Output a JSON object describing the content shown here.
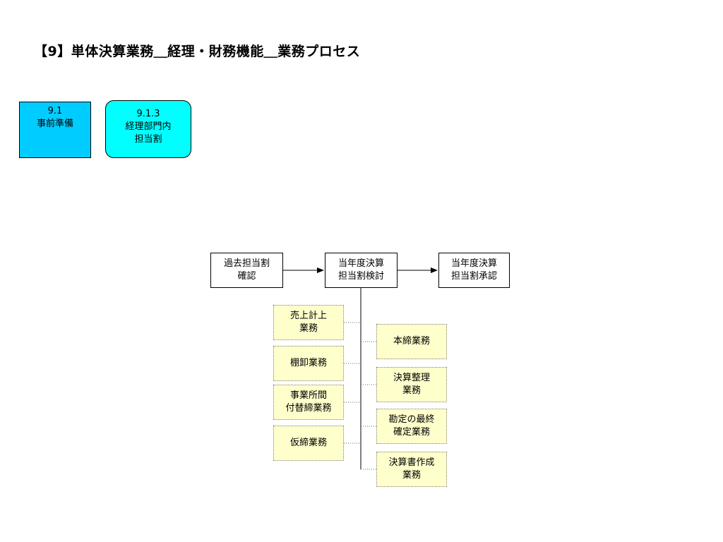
{
  "title": "【9】単体決算業務＿経理・財務機能＿業務プロセス",
  "section": {
    "number": "9.1",
    "label": "事前準備"
  },
  "subsection": {
    "number": "9.1.3",
    "line1": "経理部門内",
    "line2": "担当割"
  },
  "flow": [
    {
      "line1": "過去担当割",
      "line2": "確認"
    },
    {
      "line1": "当年度決算",
      "line2": "担当割検討"
    },
    {
      "line1": "当年度決算",
      "line2": "担当割承認"
    }
  ],
  "left_tasks": [
    {
      "line1": "売上計上",
      "line2": "業務"
    },
    {
      "line1": "棚卸業務",
      "line2": ""
    },
    {
      "line1": "事業所間",
      "line2": "付替締業務"
    },
    {
      "line1": "仮締業務",
      "line2": ""
    }
  ],
  "right_tasks": [
    {
      "line1": "本締業務",
      "line2": ""
    },
    {
      "line1": "決算整理",
      "line2": "業務"
    },
    {
      "line1": "勘定の最終",
      "line2": "確定業務"
    },
    {
      "line1": "決算書作成",
      "line2": "業務"
    }
  ],
  "colors": {
    "section_fill": "#00ccff",
    "subsection_fill": "#00ffff",
    "task_fill": "#ffffcc",
    "task_border": "#808080"
  }
}
